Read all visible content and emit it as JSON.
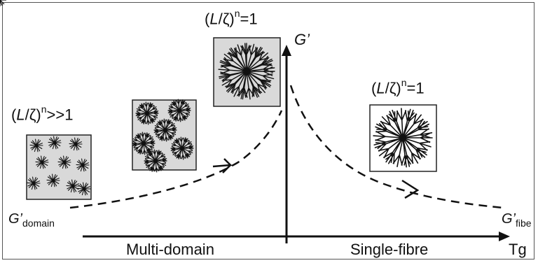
{
  "labels": {
    "eq_left": {
      "pre": "(",
      "var": "L",
      "mid": "/ζ)",
      "exp": "n",
      "post": ">>1"
    },
    "eq_top": {
      "pre": "(",
      "var": "L",
      "mid": "/ζ)",
      "exp": "n",
      "post": "=1"
    },
    "eq_right": {
      "pre": "(",
      "var": "L",
      "mid": "/ζ)",
      "exp": "n",
      "post": "=1"
    },
    "g_prime": "G’",
    "g_domain_main": "G’",
    "g_domain_sub": "domain",
    "g_fibre_main": "G’",
    "g_fibre_sub": "fibe",
    "multi_domain": "Multi-domain",
    "single_fibre": "Single-fibre",
    "tg": "Tg"
  },
  "colors": {
    "tile_bg": "#d9d9d9",
    "tile_bg_white": "#ffffff",
    "ink": "#111111"
  }
}
